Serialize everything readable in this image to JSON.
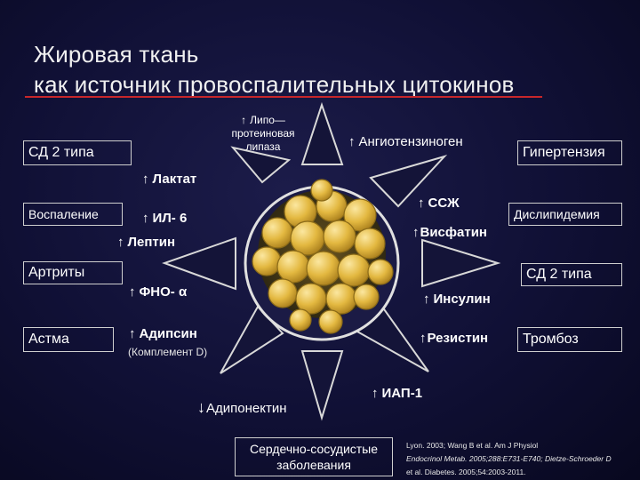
{
  "title": {
    "line1": "Жировая ткань",
    "line2": "как источник провоспалительных цитокинов"
  },
  "boxes": {
    "sd2_left": "СД 2 типа",
    "hypertension": "Гипертензия",
    "inflammation": "Воспаление",
    "dyslipidemia": "Дислипидемия",
    "arthritis": "Артриты",
    "sd2_right": "СД 2 типа",
    "asthma": "Астма",
    "thrombosis": "Тромбоз",
    "cvd_line1": "Сердечно-сосудистые",
    "cvd_line2": "заболевания"
  },
  "factors": {
    "lpl_line1": "Липо—",
    "lpl_line2": "протеиновая",
    "lpl_line3": "липаза",
    "angiotensinogen": "Ангиотензиноген",
    "lactate": "Лактат",
    "il6": "ИЛ- 6",
    "ssg": "ССЖ",
    "visfatin": "Висфатин",
    "leptin": "Лептин",
    "tnf": "ФНО- α",
    "insulin": "Инсулин",
    "adipsin": "Адипсин",
    "complement": "(Комплемент D)",
    "resistin": "Резистин",
    "iap1": "ИАП-1",
    "adiponectin": "Адипонектин"
  },
  "symbols": {
    "up": "↑",
    "down": "↓"
  },
  "references": {
    "line1": "Lyon. 2003; Wang B et al. Am J Physiol",
    "line2": "Endocrinol Metab. 2005;288:E731-E740; Dietze-Schroeder D",
    "line3": "et al. Diabetes. 2005;54:2003-2011."
  },
  "colors": {
    "background": "#101035",
    "title_rule": "#c8262a",
    "ray_fill": "#141438",
    "ray_stroke": "#d8d8d8",
    "cell_fill": "#e8c04a",
    "cell_edge": "#9a7418"
  }
}
